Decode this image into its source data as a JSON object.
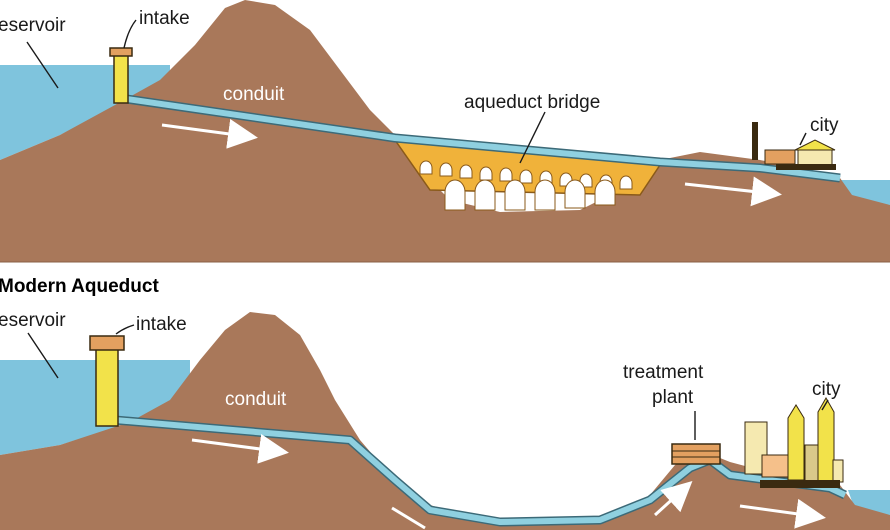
{
  "ancient": {
    "reservoir_label": "eservoir",
    "intake_label": "intake",
    "conduit_label": "conduit",
    "bridge_label": "aqueduct bridge",
    "city_label": "city"
  },
  "modern": {
    "title": "Modern Aqueduct",
    "reservoir_label": "eservoir",
    "intake_label": "intake",
    "conduit_label": "conduit",
    "treatment_label_line1": "treatment",
    "treatment_label_line2": "plant",
    "city_label": "city"
  },
  "colors": {
    "water": "#7fc4dd",
    "earth": "#a9785a",
    "conduit": "#8fd0e0",
    "intake_tower": "#f2e24a",
    "bridge": "#f0b23a",
    "arrow": "#ffffff"
  }
}
